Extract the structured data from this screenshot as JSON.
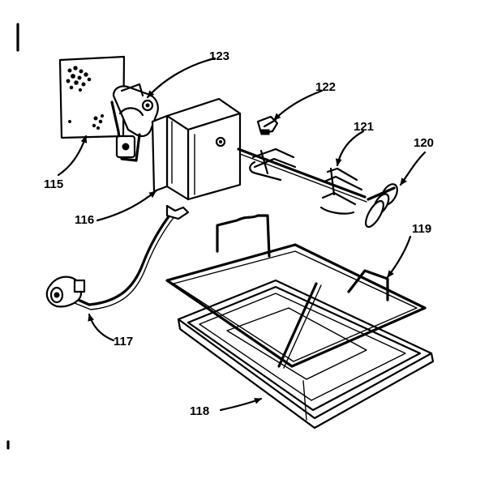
{
  "callouts": {
    "c115": "115",
    "c116": "116",
    "c117": "117",
    "c118": "118",
    "c119": "119",
    "c120": "120",
    "c121": "121",
    "c122": "122",
    "c123": "123"
  }
}
